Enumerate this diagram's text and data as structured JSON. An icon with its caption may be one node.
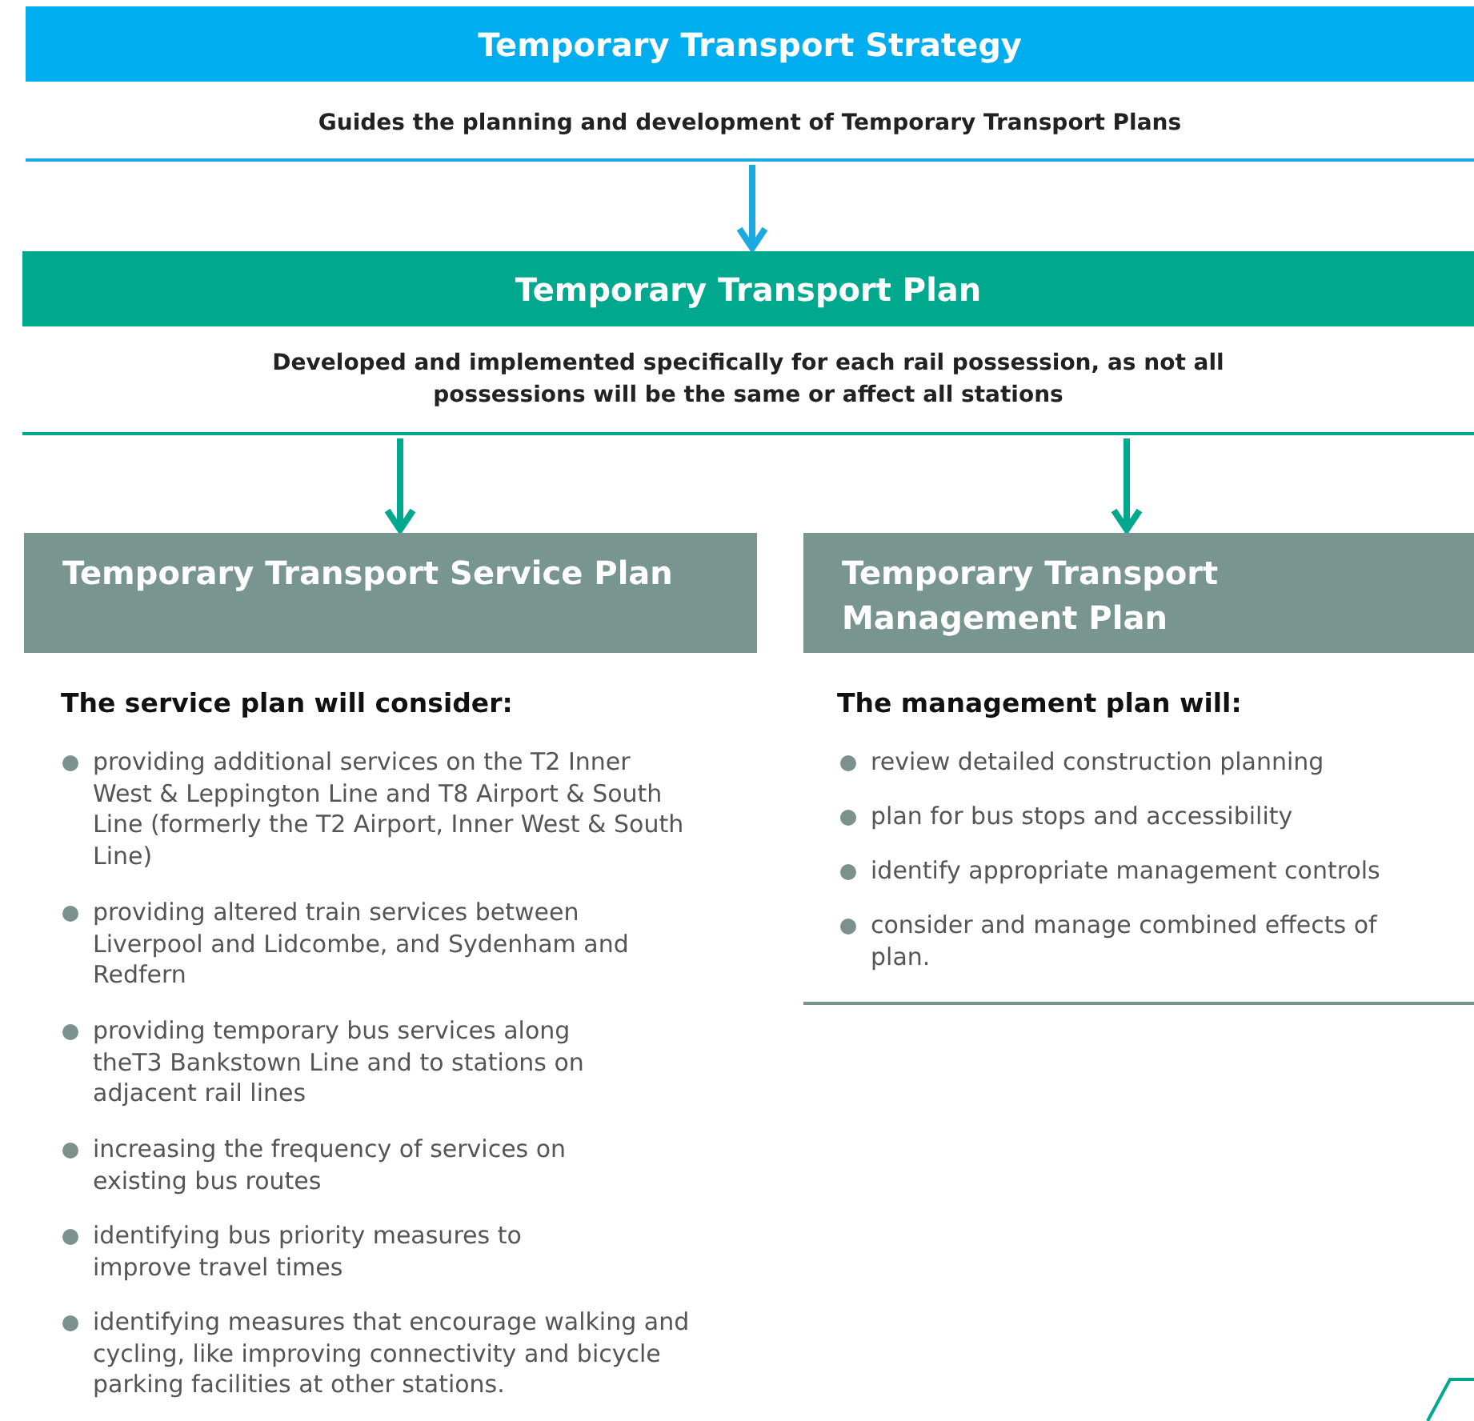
{
  "diagram": {
    "nodes": [
      {
        "text": [
          "Temporary Transport Strategy",
          "Guides the planning and development of Temporary Transport Plans"
        ]
      },
      {
        "text": [
          "Temporary Transport Plan",
          "Developed and implemented specifically for each rail possession, as not all possessions will be the same or affect all stations"
        ]
      },
      {
        "text": [
          "Temporary Transport Service Plan"
        ]
      },
      {
        "text": [
          "Temporary Transport Management Plan"
        ]
      }
    ],
    "edges": [
      {
        "from": 0,
        "to": 1,
        "arrow": "to",
        "color": "#1ba9e1"
      },
      {
        "from": 1,
        "to": 2,
        "arrow": "to"
      },
      {
        "from": 1,
        "to": 3,
        "arrow": "to"
      }
    ],
    "labels": [
      "The service plan will consider:",
      "providing additional services on the T2 Inner West & Leppington Line and T8 Airport & South Line (formerly the T2 Airport, Inner West & South Line)",
      "providing altered train services between Liverpool and Lidcombe, and Sydenham and Redfern",
      "providing temporary bus services along theT3 Bankstown Line and to stations on adjacent rail lines",
      "increasing the frequency of services on existing bus routes",
      "identifying bus priority measures to improve travel times",
      "identifying measures that encourage walking and cycling, like improving connectivity and bicycle parking facilities at other stations.",
      "The management plan will:",
      "review detailed construction planning",
      "plan for bus stops and accessibility",
      "identify appropriate management controls",
      "consider and manage combined effects of plan."
    ]
  }
}
